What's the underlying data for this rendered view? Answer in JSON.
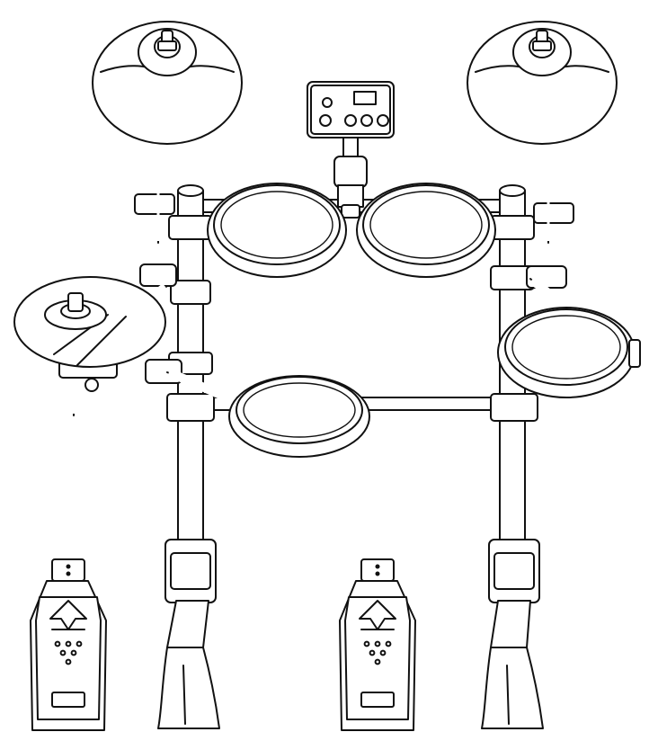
{
  "diagram": {
    "text": [],
    "colors": {
      "ink": "#111111",
      "paper": "#ffffff"
    },
    "components": [
      "crash-cymbal",
      "ride-cymbal",
      "hihat-cymbal",
      "drum-module",
      "tom-pad-1",
      "tom-pad-2",
      "floor-tom-pad",
      "snare-pad",
      "hihat-controller-pedal",
      "kick-pedal",
      "rack-frame"
    ]
  }
}
